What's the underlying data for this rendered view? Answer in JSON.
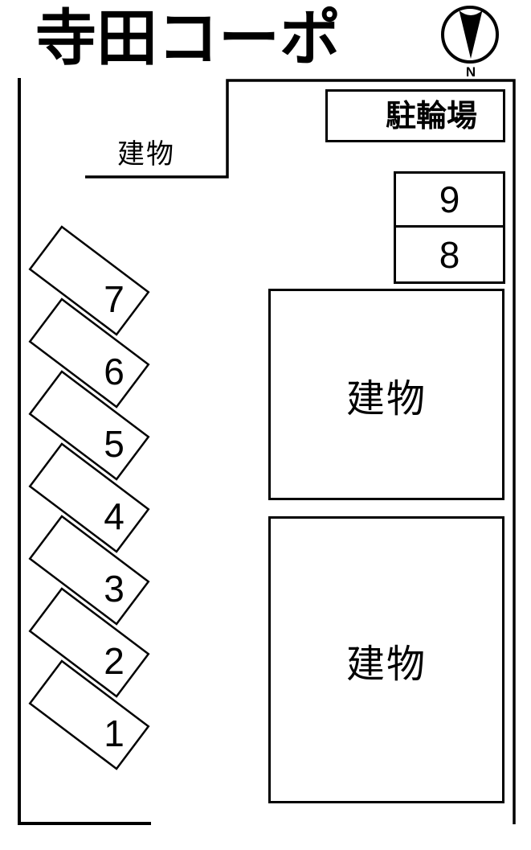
{
  "title": "寺田コーポ",
  "compass": {
    "north_label": "N"
  },
  "colors": {
    "ink": "#000000",
    "paper": "#ffffff"
  },
  "areas": {
    "building_top_left": {
      "label": "建物"
    },
    "bicycle_parking": {
      "label": "駐輪場"
    },
    "building_upper_right": {
      "label": "建物"
    },
    "building_lower_right": {
      "label": "建物"
    }
  },
  "parking": {
    "stacked_spaces": [
      {
        "number": "9"
      },
      {
        "number": "8"
      }
    ],
    "diagonal_spaces": [
      {
        "number": "7"
      },
      {
        "number": "6"
      },
      {
        "number": "5"
      },
      {
        "number": "4"
      },
      {
        "number": "3"
      },
      {
        "number": "2"
      },
      {
        "number": "1"
      }
    ]
  }
}
